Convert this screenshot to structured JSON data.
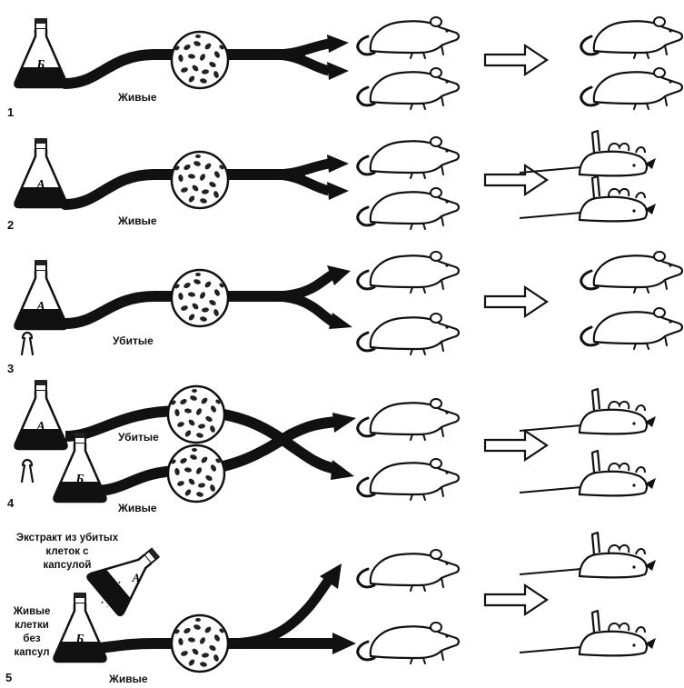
{
  "experiments": [
    {
      "number": "1",
      "flask_letter": "Б",
      "bacteria_label": "Живые",
      "outcome": "alive"
    },
    {
      "number": "2",
      "flask_letter": "А",
      "bacteria_label": "Живые",
      "outcome": "dead"
    },
    {
      "number": "3",
      "flask_letter": "А",
      "bacteria_label": "Убитые",
      "outcome": "alive"
    },
    {
      "number": "4",
      "flask_letter_top": "А",
      "flask_letter_bottom": "Б",
      "bacteria_label_top": "Убитые",
      "bacteria_label_bottom": "Живые",
      "outcome": "dead"
    },
    {
      "number": "5",
      "flask_letter_top": "А",
      "flask_letter_bottom": "Б",
      "extract_label": [
        "Экстракт из убитых",
        "клеток с",
        "капсулой"
      ],
      "live_cells_label": [
        "Живые",
        "клетки",
        "без",
        "капсул"
      ],
      "bacteria_label": "Живые",
      "outcome": "dead"
    }
  ],
  "icons": [
    "flask-icon",
    "petri-dish-icon",
    "mouse-icon",
    "dead-mouse-icon",
    "outline-arrow-icon",
    "clamp-icon"
  ]
}
